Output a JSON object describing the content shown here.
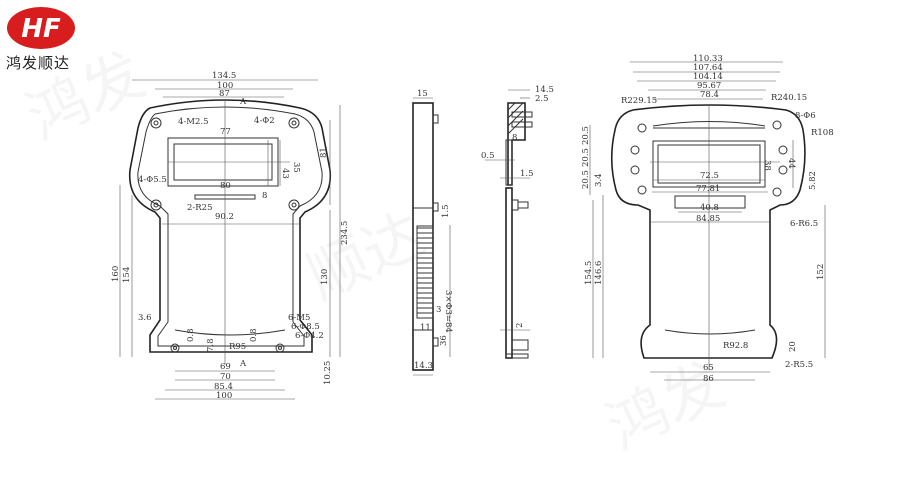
{
  "brand": {
    "logo_text": "HF",
    "name": "鸿发顺达",
    "logo_color": "#d71d1d"
  },
  "front_view": {
    "labels": [
      "134.5",
      "100",
      "87",
      "A",
      "4-M2.5",
      "4-Φ2",
      "77",
      "43",
      "35",
      "81",
      "4-Φ5.5",
      "80",
      "8",
      "2-R25",
      "90.2",
      "234.5",
      "160",
      "154",
      "130",
      "3.6",
      "6-M5",
      "6-Φ8.5",
      "6-Φ4.2",
      "0.8",
      "7.8",
      "R95",
      "0.8",
      "A",
      "69",
      "70",
      "85.4",
      "100",
      "10.25"
    ]
  },
  "side_view": {
    "labels": [
      "15",
      "1.5",
      "3×Φ3=84",
      "3",
      "11",
      "36",
      "14.3"
    ]
  },
  "section_view": {
    "labels": [
      "14.5",
      "2.5",
      "8",
      "0.5",
      "1.5",
      "2"
    ]
  },
  "back_view": {
    "labels": [
      "110.33",
      "107.64",
      "104.14",
      "95.67",
      "78.4",
      "R229.15",
      "R240.15",
      "8-Φ6",
      "R108",
      "20.5",
      "20.5",
      "20.5",
      "3.4",
      "38",
      "44",
      "72.5",
      "77.81",
      "5.82",
      "40.8",
      "84.85",
      "6-R6.5",
      "154.5",
      "146.6",
      "152",
      "R92.8",
      "20",
      "65",
      "86",
      "2-R5.5"
    ]
  }
}
